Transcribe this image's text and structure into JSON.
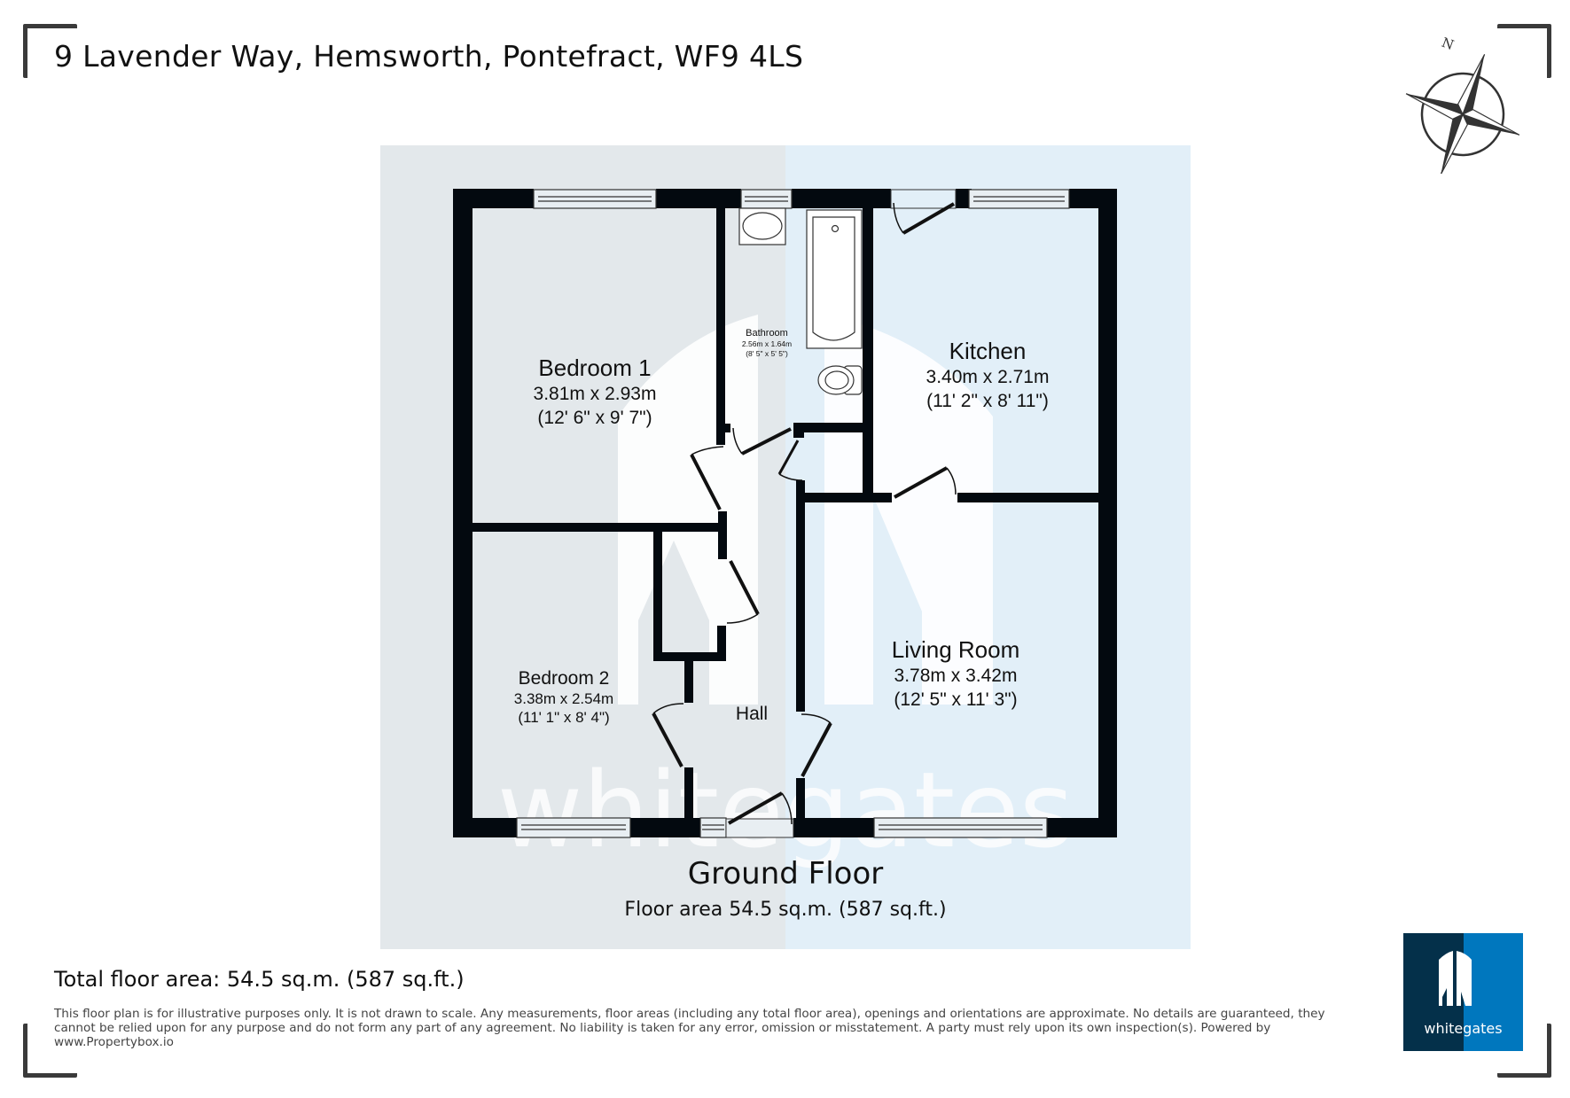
{
  "header": {
    "address": "9 Lavender Way, Hemsworth, Pontefract, WF9 4LS"
  },
  "compass": {
    "icon": "compass-rose-icon",
    "north_label": "N"
  },
  "floor": {
    "name": "Ground Floor",
    "area": "Floor area 54.5 sq.m. (587 sq.ft.)",
    "watermark": "whitegates"
  },
  "rooms": [
    {
      "name": "Bedroom 1",
      "metric": "3.81m x 2.93m",
      "imperial": "(12' 6\" x 9' 7\")"
    },
    {
      "name": "Bathroom",
      "metric": "2.56m x 1.64m",
      "imperial": "(8' 5\" x 5' 5\")"
    },
    {
      "name": "Kitchen",
      "metric": "3.40m x 2.71m",
      "imperial": "(11' 2\" x 8' 11\")"
    },
    {
      "name": "Bedroom 2",
      "metric": "3.38m x 2.54m",
      "imperial": "(11' 1\" x 8' 4\")"
    },
    {
      "name": "Hall"
    },
    {
      "name": "Living Room",
      "metric": "3.78m x 3.42m",
      "imperial": "(12' 5\" x 11' 3\")"
    }
  ],
  "footer": {
    "total_area": "Total floor area: 54.5 sq.m. (587 sq.ft.)",
    "disclaimer": "This floor plan is for illustrative purposes only. It is not drawn to scale. Any measurements, floor areas (including any total floor area), openings and orientations are approximate. No details are guaranteed, they cannot be relied upon for any purpose and do not form any part of any agreement. No liability is taken for any error, omission or misstatement. A party must rely upon its own inspection(s). Powered by www.Propertybox.io"
  },
  "logo": {
    "text": "whitegates",
    "colors": {
      "dark": "#04304a",
      "light": "#0077be"
    }
  },
  "colors": {
    "panel_left": "#e3e8eb",
    "panel_right": "#e2eff8",
    "wall": "#03090f",
    "bracket": "#3a3a3a"
  }
}
